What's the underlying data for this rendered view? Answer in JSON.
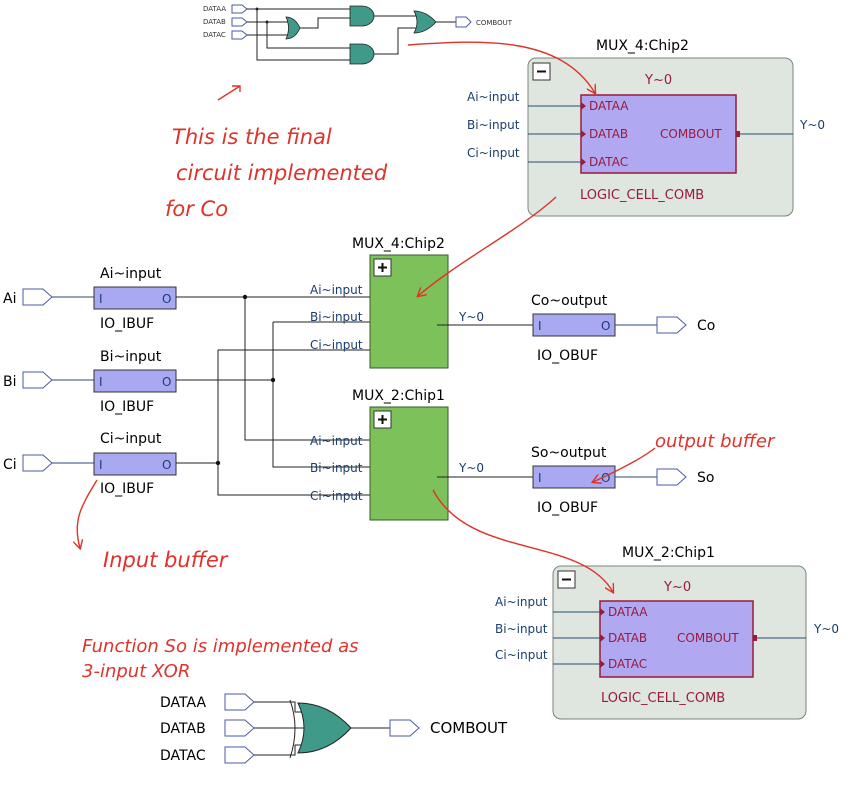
{
  "top_schematic": {
    "inputs": [
      "DATAA",
      "DATAB",
      "DATAC"
    ],
    "output": "COMBOUT"
  },
  "mux4_detail": {
    "title": "MUX_4:Chip2",
    "cell_title": "Y~0",
    "inputs": [
      "Ai~input",
      "Bi~input",
      "Ci~input"
    ],
    "pins": [
      "DATAA",
      "DATAB",
      "DATAC"
    ],
    "out_pin": "COMBOUT",
    "output": "Y~0",
    "cell_type": "LOGIC_CELL_COMB"
  },
  "mux2_detail": {
    "title": "MUX_2:Chip1",
    "cell_title": "Y~0",
    "inputs": [
      "Ai~input",
      "Bi~input",
      "Ci~input"
    ],
    "pins": [
      "DATAA",
      "DATAB",
      "DATAC"
    ],
    "out_pin": "COMBOUT",
    "output": "Y~0",
    "cell_type": "LOGIC_CELL_COMB"
  },
  "main": {
    "inputs": [
      {
        "port": "Ai",
        "buffer": "Ai~input",
        "type": "IO_IBUF"
      },
      {
        "port": "Bi",
        "buffer": "Bi~input",
        "type": "IO_IBUF"
      },
      {
        "port": "Ci",
        "buffer": "Ci~input",
        "type": "IO_IBUF"
      }
    ],
    "mux4": {
      "title": "MUX_4:Chip2",
      "inputs": [
        "Ai~input",
        "Bi~input",
        "Ci~input"
      ],
      "output": "Y~0"
    },
    "mux2": {
      "title": "MUX_2:Chip1",
      "inputs": [
        "Ai~input",
        "Bi~input",
        "Ci~input"
      ],
      "output": "Y~0"
    },
    "outputs": [
      {
        "buffer": "Co~output",
        "type": "IO_OBUF",
        "port": "Co"
      },
      {
        "buffer": "So~output",
        "type": "IO_OBUF",
        "port": "So"
      }
    ],
    "buf_in_pin": "I",
    "buf_out_pin": "O"
  },
  "bottom_schematic": {
    "inputs": [
      "DATAA",
      "DATAB",
      "DATAC"
    ],
    "output": "COMBOUT"
  },
  "annotations": {
    "final_circuit": [
      "This is the final",
      "circuit implemented",
      "for Co"
    ],
    "output_buffer": "output buffer",
    "input_buffer": "Input buffer",
    "function_so": [
      "Function So is implemented as",
      "3-input XOR"
    ]
  },
  "colors": {
    "buffer_fill": "#a9a9f2",
    "mux_fill": "#7dc15a",
    "cell_fill": "#b0a9f2",
    "panel_fill": "#dfe6df",
    "annotation": "#e0322a",
    "wire_blue": "#2a4a7a"
  }
}
